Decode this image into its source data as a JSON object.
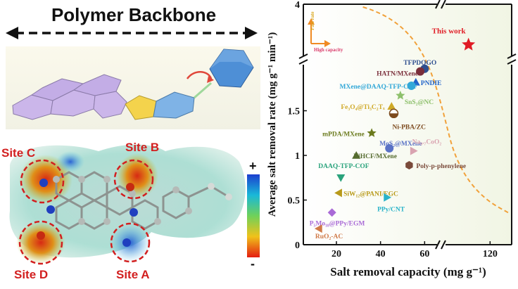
{
  "left_panel": {
    "backbone_title": "Polymer Backbone",
    "sites": {
      "a": "Site A",
      "b": "Site B",
      "c": "Site C",
      "d": "Site D"
    },
    "colorbar": {
      "plus": "+",
      "minus": "-"
    }
  },
  "chart_data": {
    "type": "scatter",
    "xlabel": "Salt removal capacity (mg g⁻¹)",
    "ylabel": "Average salt removal rate (mg g⁻¹ min⁻¹)",
    "x_ticks": [
      "20",
      "40",
      "60",
      "120"
    ],
    "y_ticks": [
      "0",
      "0.5",
      "1",
      "1.5",
      "4"
    ],
    "x_axis_break": [
      65,
      110
    ],
    "y_axis_break": [
      2.0,
      3.5
    ],
    "arrow_labels": {
      "vertical": "Fast rate",
      "horizontal": "High capacity"
    },
    "trend_curve": "dashed orange",
    "points": [
      {
        "label": "This work",
        "x": 115,
        "y": 3.6,
        "marker": "star",
        "color": "#e01b24"
      },
      {
        "label": "TFPDQGO",
        "x": 60,
        "y": 1.97,
        "marker": "circle",
        "color": "#2f4f8f"
      },
      {
        "label": "HATN/MXene",
        "x": 58,
        "y": 1.94,
        "marker": "circle",
        "color": "#7a2e3a"
      },
      {
        "label": "PNDIE",
        "x": 56,
        "y": 1.82,
        "marker": "triangle",
        "color": "#1f62c9"
      },
      {
        "label": "MXene@DAAQ-TFP-COF",
        "x": 54,
        "y": 1.78,
        "marker": "circle",
        "color": "#32a8d8"
      },
      {
        "label": "SnS₂@NC",
        "x": 49,
        "y": 1.67,
        "marker": "star",
        "color": "#8ec06c"
      },
      {
        "label": "Fe₃O₄@Ti₃C₂Tₓ",
        "x": 45,
        "y": 1.55,
        "marker": "triangle",
        "color": "#cfa928"
      },
      {
        "label": "Ni-PBA/ZC",
        "x": 46,
        "y": 1.47,
        "marker": "half-circle",
        "color": "#7c4a1e"
      },
      {
        "label": "mPDA/MXene",
        "x": 36,
        "y": 1.25,
        "marker": "star",
        "color": "#6b7a1d"
      },
      {
        "label": "MoS₂@MXene",
        "x": 44,
        "y": 1.08,
        "marker": "circle",
        "color": "#5a72c6"
      },
      {
        "label": "Na₀.₇CoO₂",
        "x": 55,
        "y": 1.05,
        "marker": "triangle-right",
        "color": "#d9a3b0"
      },
      {
        "label": "NiHCF/MXene",
        "x": 29,
        "y": 1.0,
        "marker": "triangle",
        "color": "#556b2f"
      },
      {
        "label": "Poly-p-phenylene",
        "x": 53,
        "y": 0.89,
        "marker": "hexagon",
        "color": "#7a4a3a"
      },
      {
        "label": "DAAQ-TFP-COF",
        "x": 22,
        "y": 0.75,
        "marker": "triangle-down",
        "color": "#2aa37c"
      },
      {
        "label": "SiW₁₂@PANI/EGC",
        "x": 21,
        "y": 0.58,
        "marker": "triangle-left",
        "color": "#b89a1a"
      },
      {
        "label": "PPy/CNT",
        "x": 43,
        "y": 0.53,
        "marker": "triangle-right",
        "color": "#29b3c9"
      },
      {
        "label": "P₅Mo₁₈@PPy/EGM",
        "x": 18,
        "y": 0.36,
        "marker": "diamond",
        "color": "#a96ad6"
      },
      {
        "label": "RuO₂-AC",
        "x": 12,
        "y": 0.18,
        "marker": "triangle-left",
        "color": "#d07a48"
      }
    ]
  }
}
